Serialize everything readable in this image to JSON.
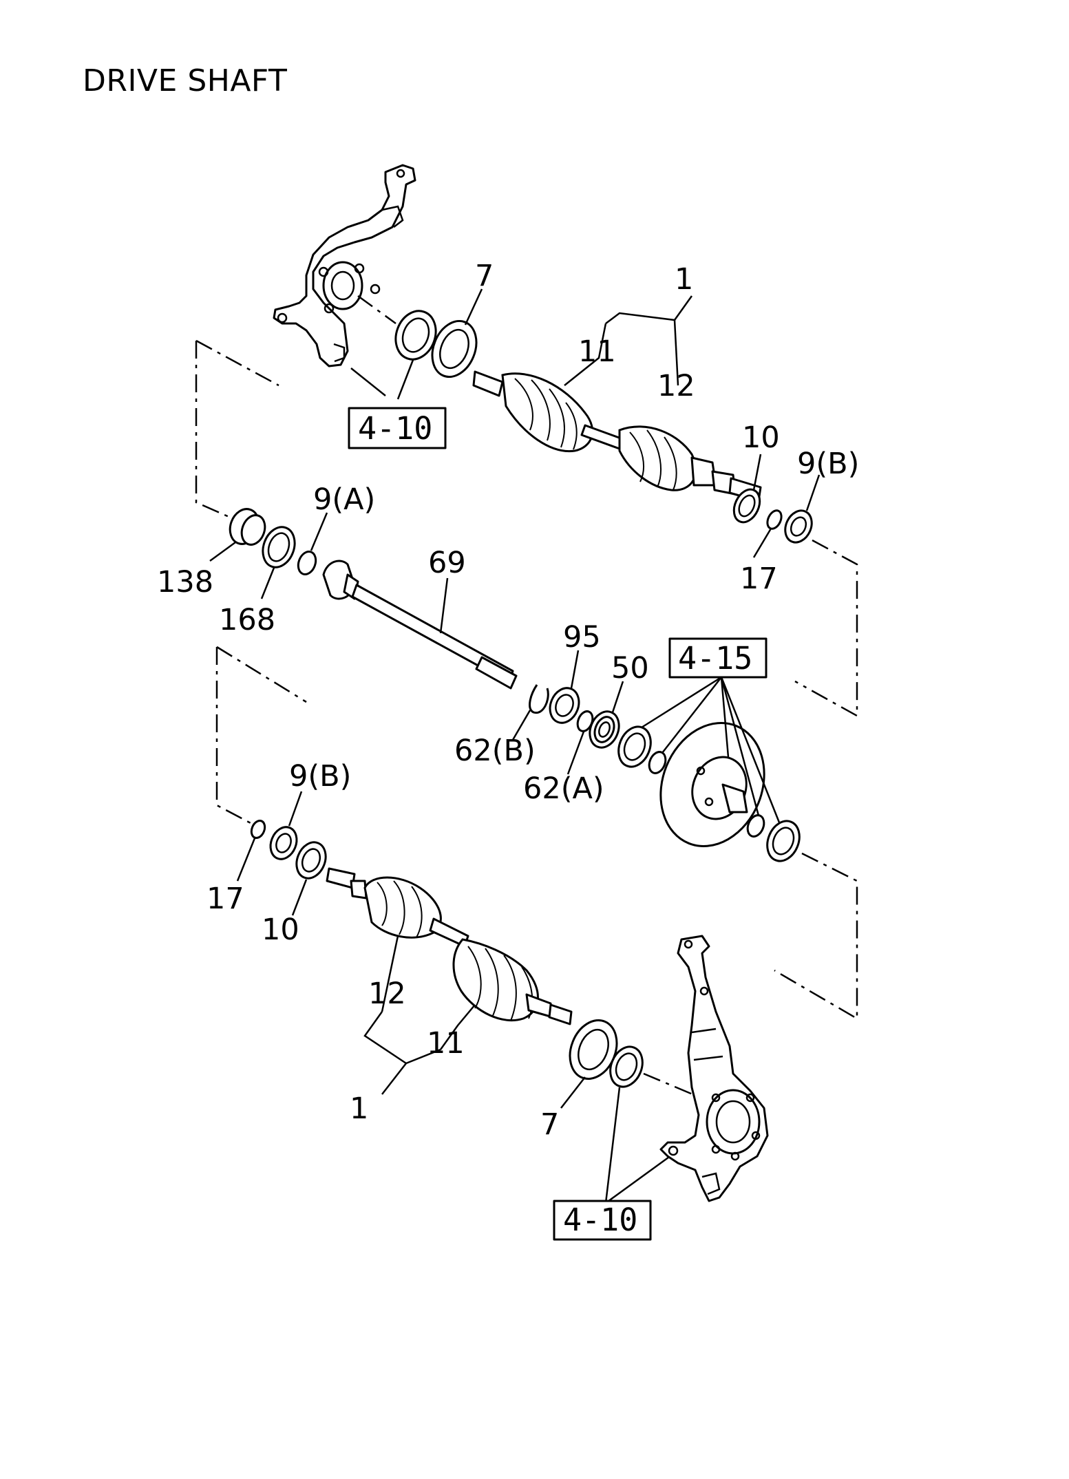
{
  "title": "DRIVE SHAFT",
  "labels": {
    "p1_top": "1",
    "p7_top": "7",
    "p11_top": "11",
    "p12_top": "12",
    "p10_top": "10",
    "p9b_top": "9(B)",
    "p17_top": "17",
    "p9a": "9(A)",
    "p138": "138",
    "p168": "168",
    "p69": "69",
    "p95": "95",
    "p50": "50",
    "p62b": "62(B)",
    "p62a": "62(A)",
    "p9b_bot": "9(B)",
    "p17_bot": "17",
    "p10_bot": "10",
    "p12_bot": "12",
    "p11_bot": "11",
    "p1_bot": "1",
    "p7_bot": "7"
  },
  "ref_boxes": {
    "top_4_10": "4-10",
    "mid_4_15": "4-15",
    "bot_4_10": "4-10"
  }
}
